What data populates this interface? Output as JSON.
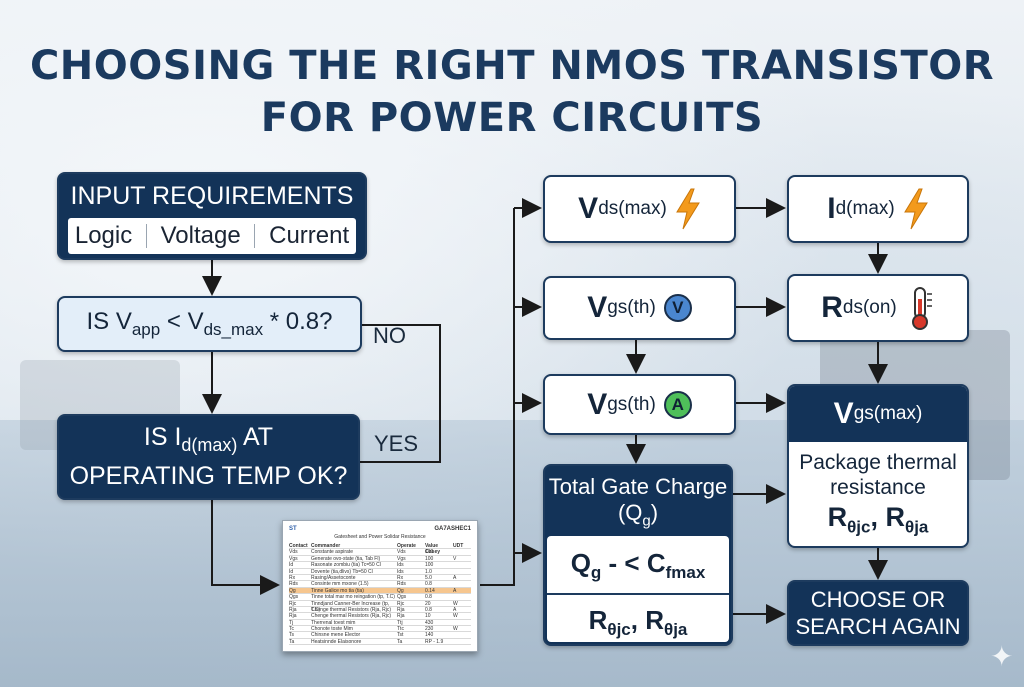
{
  "title": {
    "line1": "CHOOSING THE RIGHT NMOS TRANSISTOR",
    "line2": "FOR POWER CIRCUITS"
  },
  "input_requirements": {
    "heading": "INPUT REQUIREMENTS",
    "options": [
      "Logic",
      "Voltage",
      "Current"
    ]
  },
  "decision1": {
    "prefix": "IS V",
    "sub1": "app",
    "mid": " < V",
    "sub2": "ds_max",
    "suffix": " * 0.8?"
  },
  "decision2": {
    "prefix": "IS I",
    "sub": "d(max)",
    "suffix": " AT",
    "line2": "OPERATING TEMP OK?"
  },
  "labels": {
    "no": "NO",
    "yes": "YES"
  },
  "params": {
    "vds": {
      "big": "V",
      "sub": "ds(max)",
      "icon": "lightning-bolt-icon"
    },
    "id": {
      "big": "I",
      "sub": "d(max)",
      "icon": "lightning-bolt-icon"
    },
    "vgs_v": {
      "big": "V",
      "sub": "gs(th)",
      "icon_letter": "V"
    },
    "rds": {
      "big": "R",
      "sub": "ds(on)",
      "icon": "thermometer-icon"
    },
    "vgs_a": {
      "big": "V",
      "sub": "gs(th)",
      "icon_letter": "A"
    }
  },
  "vgs_max_box": {
    "big": "V",
    "sub": "gs(max)",
    "desc": "Package thermal resistance",
    "r1": "R",
    "r1_sub": "θjc",
    "sep": ", ",
    "r2": "R",
    "r2_sub": "θja"
  },
  "gate_charge_box": {
    "header": "Total Gate Charge (Q",
    "header_sub": "g",
    "header_close": ")",
    "q": "Q",
    "q_sub": "g",
    "q_mid": " - < C",
    "q_sub2": "fmax",
    "r1": "R",
    "r1_sub": "θjc",
    "sep": ", ",
    "r2": "R",
    "r2_sub": "θja"
  },
  "choose_box": {
    "line1": "CHOOSE OR",
    "line2": "SEARCH AGAIN"
  },
  "datasheet": {
    "header_left": "ST",
    "header_right": "GA7ASHEC1",
    "subtitle": "Gatesheet and Power Solidar Resistance",
    "rows": [
      [
        "Contact",
        "Commander",
        "Operate",
        "Value Cosey",
        "UDT"
      ],
      [
        "Vds",
        "Constante aspirate",
        "Vds",
        "100",
        ""
      ],
      [
        "Vgs",
        "Generate ovo-state (tia, Tab Fl)",
        "Vgs",
        "100",
        "V"
      ],
      [
        "Id",
        "Rasonate zombiu (tia) Tc=50 Cl",
        "Ids",
        "100",
        ""
      ],
      [
        "Id",
        "Dovente (tia,dlivs) Tb=50 Cl",
        "Ids",
        "1.0",
        ""
      ],
      [
        "Rx",
        "Rasing/Assetoconte",
        "Rx",
        "5.0",
        "A"
      ],
      [
        "Rds",
        "Consinte mm mxone (1.5)",
        "Rds",
        "0.8",
        ""
      ],
      [
        "Qg",
        "Tinne Galice mo tia (tia)",
        "Qg",
        "0.14",
        "A"
      ],
      [
        "Qgs",
        "Tinne total mar mo reingation (tp, T.C)",
        "Qgs",
        "0.8",
        ""
      ],
      [
        "Rjc",
        "Tinndjand Canner-Ber Increase (tp, T.C)",
        "Rjc",
        "20",
        "W"
      ],
      [
        "Rja",
        "Chenge thermal Resistors (Rja, Rjc)",
        "Rja",
        "0.8",
        "A"
      ],
      [
        "Rja",
        "Chenge thermal Resistors (Rja, Rjc)",
        "Rja",
        "10",
        "W"
      ],
      [
        "Tj",
        "Therrenal toest mim",
        "Ttj",
        "430",
        ""
      ],
      [
        "Tc",
        "Chonote toste Mim",
        "Ttc",
        "230",
        "W"
      ],
      [
        "Ts",
        "Chinsne mene Elector",
        "Tst",
        "140",
        ""
      ],
      [
        "Ta",
        "Heatsinnde Elaisonore",
        "Ta",
        "RP - 1.9",
        ""
      ]
    ]
  }
}
